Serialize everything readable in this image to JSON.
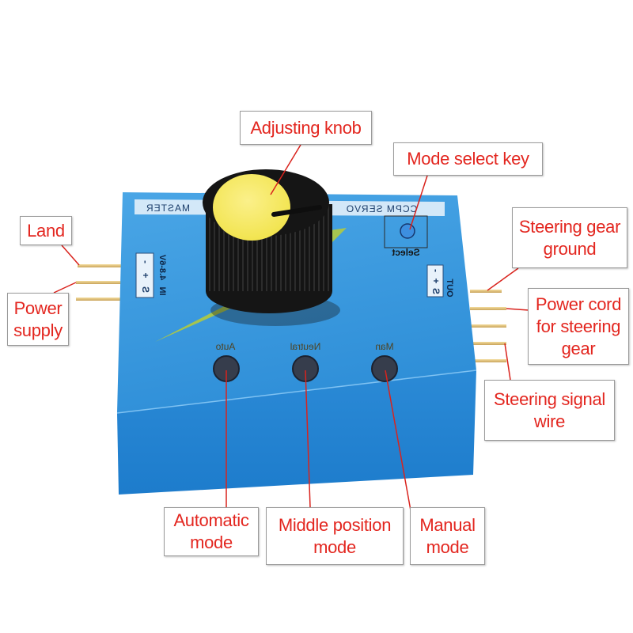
{
  "callouts": {
    "adjusting_knob": {
      "lines": [
        "Adjusting knob"
      ]
    },
    "mode_select_key": {
      "lines": [
        "Mode select key"
      ]
    },
    "land": {
      "lines": [
        "Land"
      ]
    },
    "power_supply": {
      "lines": [
        "Power",
        "supply"
      ]
    },
    "steering_gear_ground": {
      "lines": [
        "Steering gear",
        "ground"
      ]
    },
    "power_cord": {
      "lines": [
        "Power cord",
        "for steering",
        "gear"
      ]
    },
    "steering_signal_wire": {
      "lines": [
        "Steering signal",
        "wire"
      ]
    },
    "automatic_mode": {
      "lines": [
        "Automatic",
        "mode"
      ]
    },
    "middle_position_mode": {
      "lines": [
        "Middle position",
        "mode"
      ]
    },
    "manual_mode": {
      "lines": [
        "Manual",
        "mode"
      ]
    }
  },
  "device": {
    "banner": [
      "MASTER",
      "CCPM SERVO"
    ],
    "select_label": "Select",
    "input": {
      "voltage": "4.8-6V",
      "label": "IN",
      "pins": [
        "-",
        "+",
        "S"
      ]
    },
    "output": {
      "label": "OUT",
      "pins": [
        "-",
        "+",
        "S"
      ]
    },
    "mode_indicators": [
      "Auto",
      "Neutral",
      "Man"
    ]
  },
  "colors": {
    "callout_text": "#e3261f",
    "callout_border": "#9a9a9a",
    "leader_line": "#d9231d",
    "case_top": "#2f8fd8",
    "case_front": "#1d7ccc",
    "knob_body": "#151515",
    "knob_cap": "#f1e34a",
    "pins": "#c9a45c",
    "lightning": "#b8cc36"
  }
}
